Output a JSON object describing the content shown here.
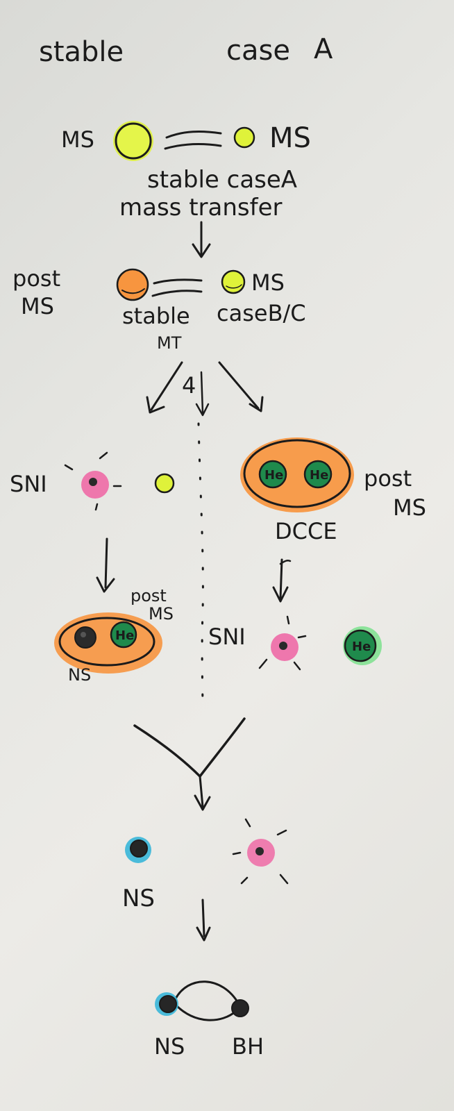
{
  "header": {
    "left_title": "stable",
    "right_title": "case",
    "right_title_letter": "A"
  },
  "stage1": {
    "left_star_label": "MS",
    "right_star_label": "MS",
    "caption_line1": "stable caseA",
    "caption_line2": "mass transfer"
  },
  "stage2": {
    "left_side_label_line1": "post",
    "left_side_label_line2": "MS",
    "right_star_label": "MS",
    "caption_left_line1": "stable",
    "caption_left_line2": "MT",
    "caption_right": "caseB/C",
    "middle_mark": "4"
  },
  "branch_left": {
    "sn_label": "SNI",
    "binary_label_line1": "post",
    "binary_label_line2": "MS",
    "ns_label": "NS",
    "helium_label": "He"
  },
  "branch_right": {
    "side_label_line1": "post",
    "side_label_line2": "MS",
    "dcce_label": "DCCE",
    "helium_label_1": "He",
    "helium_label_2": "He",
    "sn_label": "SNI",
    "helium_label_3": "He"
  },
  "final": {
    "ns_label_1": "NS",
    "ns_label_2": "NS",
    "bh_label": "BH"
  },
  "colors": {
    "ms_yellow": "#dff23a",
    "post_ms_orange": "#f7953f",
    "helium_green": "#1f8a4c",
    "sn_pink": "#ee6aa6",
    "ns_blue": "#39b6d8",
    "ink": "#1b1b1b"
  }
}
